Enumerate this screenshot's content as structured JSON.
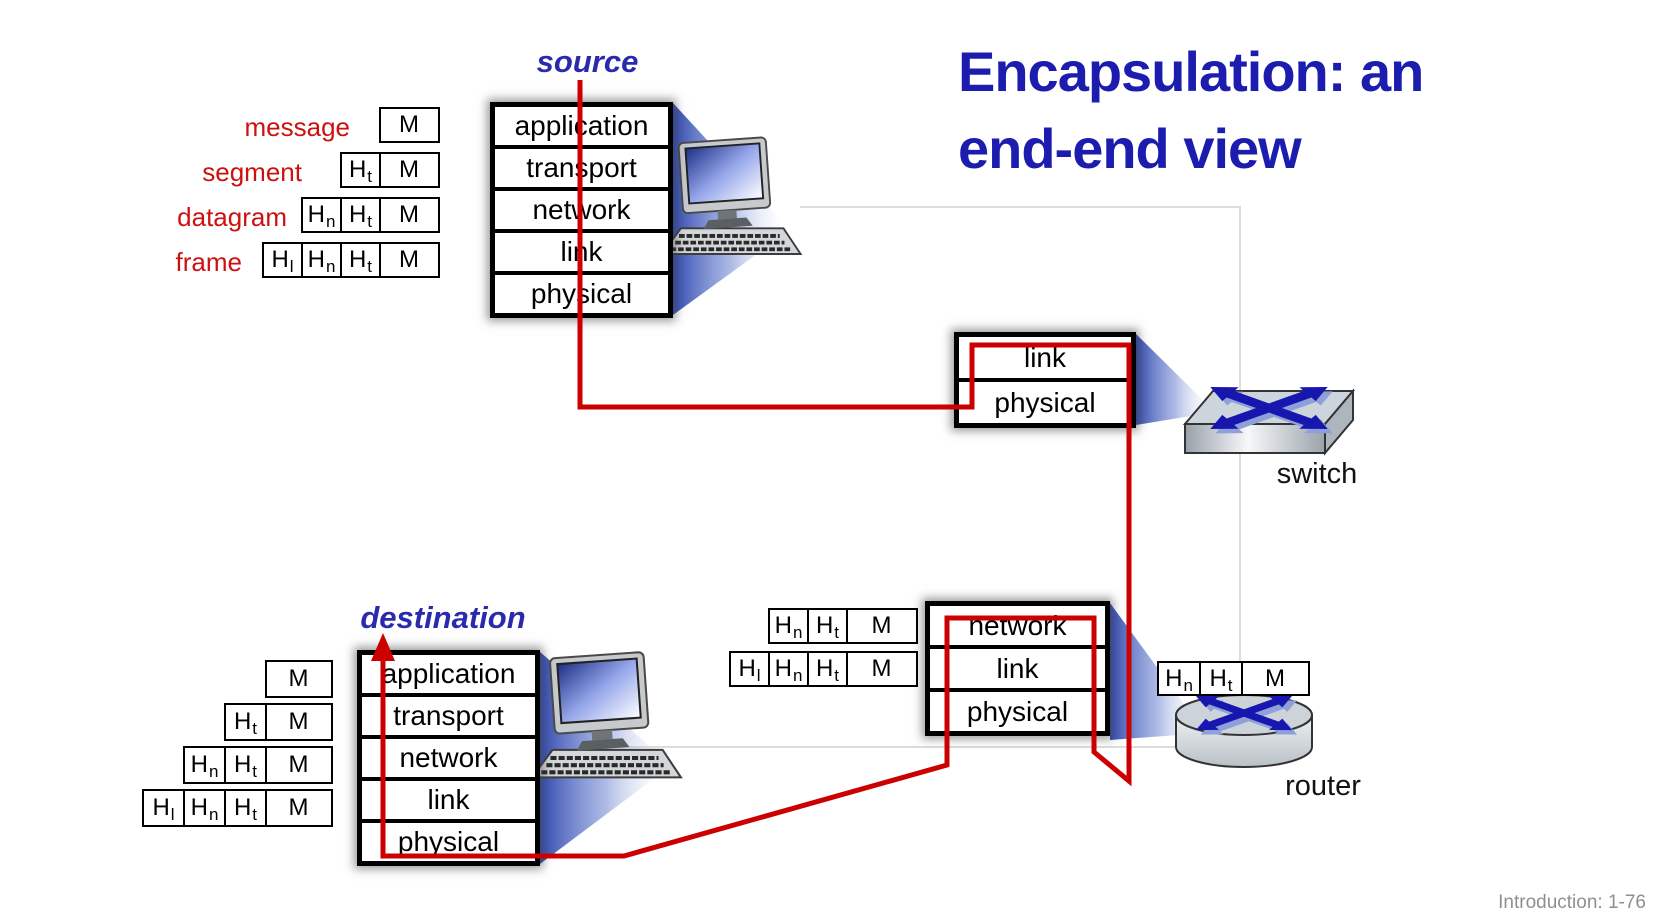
{
  "title": {
    "line1": "Encapsulation: an",
    "line2": "end-end view"
  },
  "footer": "Introduction: 1-76",
  "colors": {
    "title_blue": "#1c1cae",
    "host_label_blue": "#2a2aae",
    "path_red": "#cc0000",
    "pdu_label_red": "#cc1111",
    "beam_blue": "#2c45ad",
    "arrow_blue": "#1717b0",
    "physical_link_gray": "#dcdcdc",
    "footer_gray": "#8f8f8f"
  },
  "icons": {
    "source_host": "desktop-computer-icon",
    "destination_host": "desktop-computer-icon",
    "switch": "ethernet-switch-icon",
    "router": "router-icon"
  },
  "nodes": {
    "source": {
      "label": "source",
      "layers": [
        {
          "label": "application"
        },
        {
          "label": "transport"
        },
        {
          "label": "network"
        },
        {
          "label": "link"
        },
        {
          "label": "physical"
        }
      ]
    },
    "destination": {
      "label": "destination",
      "layers": [
        {
          "label": "application"
        },
        {
          "label": "transport"
        },
        {
          "label": "network"
        },
        {
          "label": "link"
        },
        {
          "label": "physical"
        }
      ]
    },
    "switch": {
      "label": "switch",
      "layers": [
        {
          "label": "link"
        },
        {
          "label": "physical"
        }
      ]
    },
    "router": {
      "label": "router",
      "layers": [
        {
          "label": "network"
        },
        {
          "label": "link"
        },
        {
          "label": "physical"
        }
      ]
    }
  },
  "pdus": {
    "source_rows": [
      {
        "name": "message",
        "cells": [
          {
            "text": "M",
            "kind": "m"
          }
        ]
      },
      {
        "name": "segment",
        "cells": [
          {
            "text": "H",
            "sub": "t",
            "kind": "h"
          },
          {
            "text": "M",
            "kind": "m"
          }
        ]
      },
      {
        "name": "datagram",
        "cells": [
          {
            "text": "H",
            "sub": "n",
            "kind": "h"
          },
          {
            "text": "H",
            "sub": "t",
            "kind": "h"
          },
          {
            "text": "M",
            "kind": "m"
          }
        ]
      },
      {
        "name": "frame",
        "cells": [
          {
            "text": "H",
            "sub": "l",
            "kind": "h"
          },
          {
            "text": "H",
            "sub": "n",
            "kind": "h"
          },
          {
            "text": "H",
            "sub": "t",
            "kind": "h"
          },
          {
            "text": "M",
            "kind": "m"
          }
        ]
      }
    ],
    "destination_rows": [
      {
        "cells": [
          {
            "text": "M",
            "kind": "m"
          }
        ]
      },
      {
        "cells": [
          {
            "text": "H",
            "sub": "t",
            "kind": "h"
          },
          {
            "text": "M",
            "kind": "m"
          }
        ]
      },
      {
        "cells": [
          {
            "text": "H",
            "sub": "n",
            "kind": "h"
          },
          {
            "text": "H",
            "sub": "t",
            "kind": "h"
          },
          {
            "text": "M",
            "kind": "m"
          }
        ]
      },
      {
        "cells": [
          {
            "text": "H",
            "sub": "l",
            "kind": "h"
          },
          {
            "text": "H",
            "sub": "n",
            "kind": "h"
          },
          {
            "text": "H",
            "sub": "t",
            "kind": "h"
          },
          {
            "text": "M",
            "kind": "m"
          }
        ]
      }
    ],
    "router_in_rows": [
      {
        "cells": [
          {
            "text": "H",
            "sub": "n",
            "kind": "h"
          },
          {
            "text": "H",
            "sub": "t",
            "kind": "h"
          },
          {
            "text": "M",
            "kind": "m"
          }
        ]
      },
      {
        "cells": [
          {
            "text": "H",
            "sub": "l",
            "kind": "h"
          },
          {
            "text": "H",
            "sub": "n",
            "kind": "h"
          },
          {
            "text": "H",
            "sub": "t",
            "kind": "h"
          },
          {
            "text": "M",
            "kind": "m"
          }
        ]
      }
    ],
    "router_out_rows": [
      {
        "cells": [
          {
            "text": "H",
            "sub": "n",
            "kind": "h"
          },
          {
            "text": "H",
            "sub": "t",
            "kind": "h"
          },
          {
            "text": "M",
            "kind": "m"
          }
        ]
      }
    ]
  }
}
